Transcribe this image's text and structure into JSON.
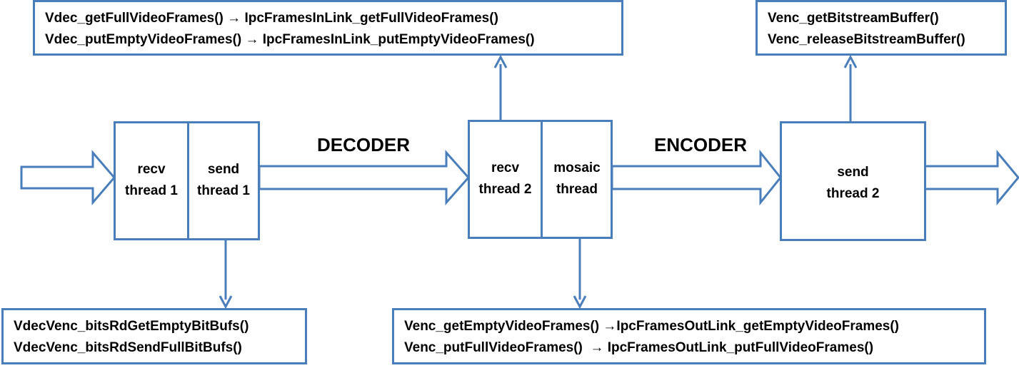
{
  "stages": {
    "decoder": "DECODER",
    "encoder": "ENCODER"
  },
  "threads": {
    "recv1": [
      "recv",
      "thread 1"
    ],
    "send1": [
      "send",
      "thread 1"
    ],
    "recv2": [
      "recv",
      "thread 2"
    ],
    "mosaic": [
      "mosaic",
      "thread"
    ],
    "send2": [
      "send",
      "thread 2"
    ]
  },
  "functions": {
    "vdec_ipc": [
      "Vdec_getFullVideoFrames() → IpcFramesInLink_getFullVideoFrames()",
      "Vdec_putEmptyVideoFrames() → IpcFramesInLink_putEmptyVideoFrames()"
    ],
    "venc_bitstream": [
      "Venc_getBitstreamBuffer()",
      "Venc_releaseBitstreamBuffer()"
    ],
    "vdecvenc": [
      "VdecVenc_bitsRdGetEmptyBitBufs()",
      "VdecVenc_bitsRdSendFullBitBufs()"
    ],
    "venc_ipc": [
      "Venc_getEmptyVideoFrames() →IpcFramesOutLink_getEmptyVideoFrames()",
      "Venc_putFullVideoFrames()  → IpcFramesOutLink_putFullVideoFrames()"
    ]
  },
  "colors": {
    "stroke": "#4a7ebb",
    "fill": "#ffffff",
    "text": "#000000"
  }
}
